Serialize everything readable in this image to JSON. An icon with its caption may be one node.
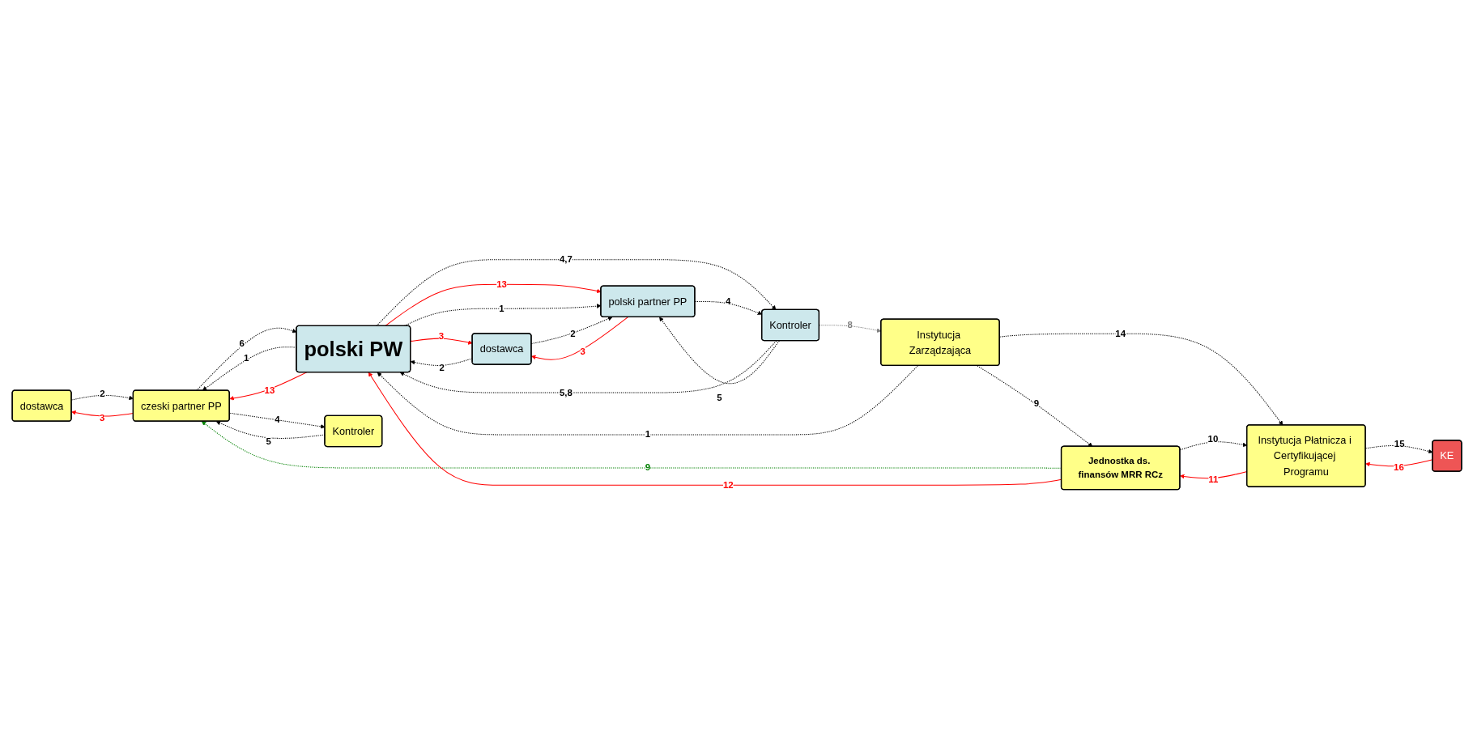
{
  "diagram": {
    "nodes": [
      {
        "text": [
          "dostawca"
        ]
      },
      {
        "text": [
          "polski PW"
        ]
      },
      {
        "text": [
          "dostawca"
        ]
      },
      {
        "text": [
          "czeski partner PP"
        ]
      },
      {
        "text": [
          "polski partner PP"
        ]
      },
      {
        "text": [
          "Kontroler"
        ]
      },
      {
        "text": [
          "Kontroler"
        ]
      },
      {
        "text": [
          "Jednostka ds. finansów MRR RCz"
        ]
      },
      {
        "text": [
          "Instytucja Zarządzająca"
        ]
      },
      {
        "text": [
          "Instytucja Płatnicza i Certyfikującej Programu"
        ]
      },
      {
        "text": [
          "KE"
        ]
      }
    ],
    "edges": [
      {
        "from": 1,
        "to": 3,
        "arrow": "to",
        "label": "1",
        "style": "dashed"
      },
      {
        "from": 3,
        "to": 1,
        "arrow": "to",
        "label": "6",
        "style": "dashed"
      },
      {
        "from": 1,
        "to": 3,
        "arrow": "to",
        "label": "13",
        "color": "#ff0000"
      },
      {
        "from": 0,
        "to": 3,
        "arrow": "to",
        "label": "2",
        "style": "dashed"
      },
      {
        "from": 3,
        "to": 0,
        "arrow": "to",
        "label": "3",
        "color": "#ff0000"
      },
      {
        "from": 2,
        "to": 1,
        "arrow": "to",
        "label": "2",
        "style": "dashed"
      },
      {
        "from": 1,
        "to": 2,
        "arrow": "to",
        "label": "3",
        "color": "#ff0000"
      },
      {
        "from": 1,
        "to": 4,
        "arrow": "to",
        "label": "13",
        "color": "#ff0000"
      },
      {
        "from": 1,
        "to": 4,
        "arrow": "to",
        "label": "1",
        "style": "dashed"
      },
      {
        "from": 4,
        "to": 2,
        "arrow": "to",
        "label": "3",
        "color": "#ff0000"
      },
      {
        "from": 2,
        "to": 4,
        "arrow": "to",
        "label": "2",
        "style": "dashed"
      },
      {
        "from": 3,
        "to": 5,
        "arrow": "to",
        "label": "4",
        "style": "dashed"
      },
      {
        "from": 5,
        "to": 3,
        "arrow": "to",
        "label": "5",
        "style": "dashed"
      },
      {
        "from": 1,
        "to": 6,
        "arrow": "to",
        "label": "4,7",
        "style": "dashed"
      },
      {
        "from": 6,
        "to": 1,
        "arrow": "to",
        "label": "5,8",
        "style": "dashed"
      },
      {
        "from": 6,
        "to": 4,
        "arrow": "to",
        "label": "5",
        "style": "dashed"
      },
      {
        "from": 4,
        "to": 6,
        "arrow": "to",
        "label": "4",
        "style": "dashed"
      },
      {
        "from": 6,
        "to": 8,
        "arrow": "to",
        "label": "8",
        "style": "dashed",
        "color": "#808080"
      },
      {
        "from": 7,
        "to": 3,
        "arrow": "to",
        "label": "9",
        "style": "dashed",
        "color": "#008000"
      },
      {
        "from": 7,
        "to": 1,
        "arrow": "to",
        "label": "12",
        "color": "#ff0000"
      },
      {
        "from": 8,
        "to": 1,
        "arrow": "to",
        "label": "1",
        "style": "dashed"
      },
      {
        "from": 8,
        "to": 7,
        "arrow": "to",
        "label": "9",
        "style": "dashed"
      },
      {
        "from": 8,
        "to": 9,
        "arrow": "to",
        "label": "14",
        "style": "dashed"
      },
      {
        "from": 7,
        "to": 9,
        "arrow": "to",
        "label": "10",
        "style": "dashed"
      },
      {
        "from": 9,
        "to": 7,
        "arrow": "to",
        "label": "11",
        "color": "#ff0000"
      },
      {
        "from": 10,
        "to": 9,
        "arrow": "to",
        "label": "16",
        "color": "#ff0000"
      },
      {
        "from": 9,
        "to": 10,
        "arrow": "to",
        "label": "15",
        "style": "dashed"
      }
    ]
  }
}
